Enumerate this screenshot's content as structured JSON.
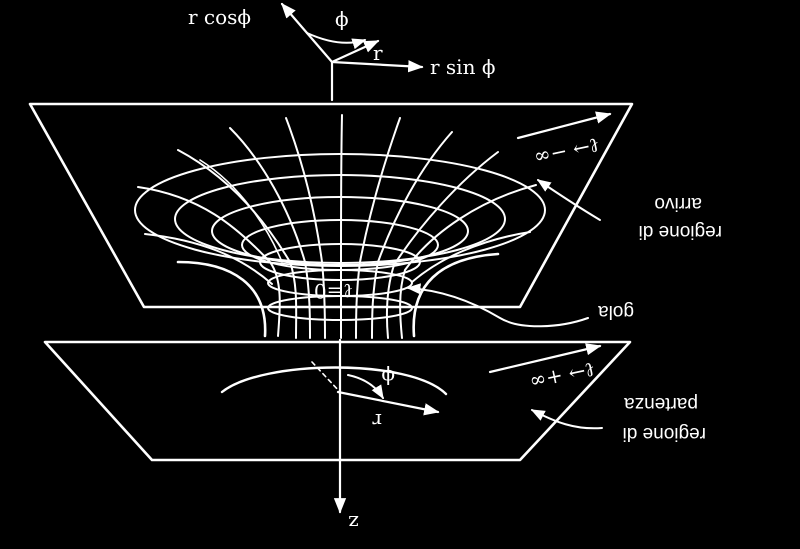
{
  "colors": {
    "background": "#000000",
    "ink": "#ffffff"
  },
  "labels": {
    "axis_r_cos": "r cosϕ",
    "axis_r_sin": "r sin ϕ",
    "axis_phi_top": "ϕ",
    "axis_r_top": "r",
    "axis_z": "z",
    "arrival_limit": "ℓ→ −∞",
    "departure_limit": "ℓ→ +∞",
    "throat_eq": "ℓ=0",
    "throat_name": "gola",
    "arrival_line1": "arrivo",
    "arrival_line2": "regione di",
    "departure_line1": "partenza",
    "departure_line2": "regione di",
    "bottom_phi": "ϕ",
    "bottom_r": "r"
  }
}
